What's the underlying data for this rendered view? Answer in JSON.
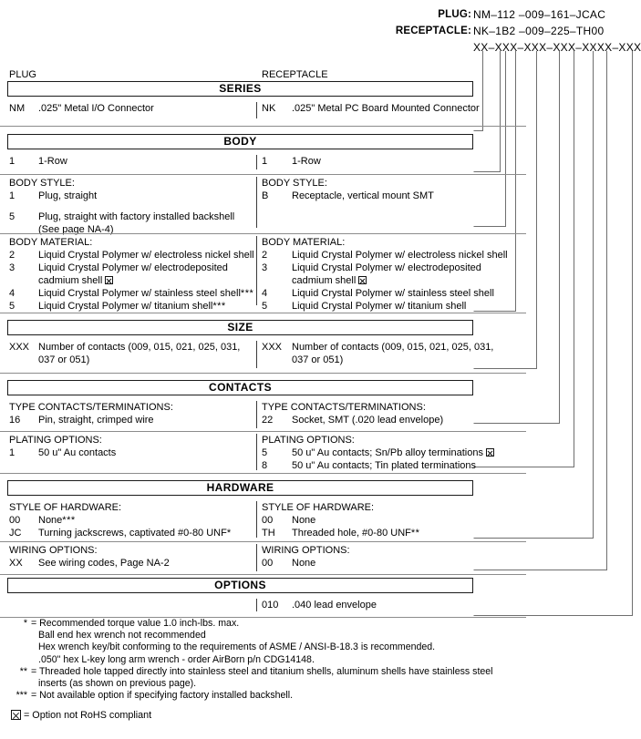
{
  "part_number_header": {
    "rows": [
      {
        "label": "PLUG:",
        "value": "NM–112 –009–161–JCAC"
      },
      {
        "label": "RECEPTACLE:",
        "value": "NK–1B2 –009–225–TH00"
      },
      {
        "label": "",
        "value": "XX–XXX–XXX–XXX–XXXX–XXX"
      }
    ]
  },
  "columns": {
    "plug_caption": "PLUG",
    "receptacle_caption": "RECEPTACLE"
  },
  "sections": [
    {
      "id": "series",
      "title": "SERIES",
      "groups": [
        {
          "left": {
            "head": "",
            "lines": [
              {
                "code": "NM",
                "text": ".025\" Metal I/O Connector"
              }
            ]
          },
          "right": {
            "head": "",
            "lines": [
              {
                "code": "NK",
                "text": ".025\" Metal PC Board Mounted Connector"
              }
            ]
          }
        }
      ]
    },
    {
      "id": "body",
      "title": "BODY",
      "groups": [
        {
          "left": {
            "head": "",
            "lines": [
              {
                "code": "1",
                "text": "1-Row"
              }
            ]
          },
          "right": {
            "head": "",
            "lines": [
              {
                "code": "1",
                "text": "1-Row"
              }
            ]
          }
        },
        {
          "left": {
            "head": "BODY STYLE:",
            "lines": [
              {
                "code": "1",
                "text": "Plug, straight"
              },
              {
                "code": "5",
                "text": "Plug, straight with factory installed backshell"
              },
              {
                "code": "",
                "text": "(See page NA-4)"
              }
            ]
          },
          "right": {
            "head": "BODY STYLE:",
            "lines": [
              {
                "code": "B",
                "text": "Receptacle, vertical mount SMT"
              }
            ]
          }
        },
        {
          "left": {
            "head": "BODY MATERIAL:",
            "lines": [
              {
                "code": "2",
                "text": "Liquid Crystal Polymer w/ electroless nickel shell"
              },
              {
                "code": "3",
                "text": "Liquid Crystal Polymer w/ electrodeposited"
              },
              {
                "code": "",
                "text": "cadmium shell",
                "rohs": true
              },
              {
                "code": "4",
                "text": "Liquid Crystal Polymer w/ stainless steel shell",
                "sup": "***"
              },
              {
                "code": "5",
                "text": "Liquid Crystal Polymer w/ titanium shell",
                "sup": "***"
              }
            ]
          },
          "right": {
            "head": "BODY MATERIAL:",
            "lines": [
              {
                "code": "2",
                "text": "Liquid Crystal Polymer w/ electroless nickel shell"
              },
              {
                "code": "3",
                "text": "Liquid Crystal Polymer w/ electrodeposited"
              },
              {
                "code": "",
                "text": "cadmium shell",
                "rohs": true
              },
              {
                "code": "4",
                "text": "Liquid Crystal Polymer w/ stainless steel shell"
              },
              {
                "code": "5",
                "text": "Liquid Crystal Polymer w/ titanium shell"
              }
            ]
          }
        }
      ]
    },
    {
      "id": "size",
      "title": "SIZE",
      "groups": [
        {
          "left": {
            "head": "",
            "lines": [
              {
                "code": "XXX",
                "text": "Number of contacts (009, 015, 021, 025, 031,"
              },
              {
                "code": "",
                "text": "037 or 051)"
              }
            ]
          },
          "right": {
            "head": "",
            "lines": [
              {
                "code": "XXX",
                "text": "Number of contacts (009, 015, 021, 025, 031,"
              },
              {
                "code": "",
                "text": "037 or 051)"
              }
            ]
          }
        }
      ]
    },
    {
      "id": "contacts",
      "title": "CONTACTS",
      "groups": [
        {
          "left": {
            "head": "TYPE CONTACTS/TERMINATIONS:",
            "lines": [
              {
                "code": "16",
                "text": "Pin, straight, crimped wire"
              }
            ]
          },
          "right": {
            "head": "TYPE CONTACTS/TERMINATIONS:",
            "lines": [
              {
                "code": "22",
                "text": "Socket, SMT (.020 lead envelope)"
              }
            ]
          }
        },
        {
          "left": {
            "head": "PLATING OPTIONS:",
            "lines": [
              {
                "code": "1",
                "text": "50 u\" Au contacts"
              }
            ]
          },
          "right": {
            "head": "PLATING OPTIONS:",
            "lines": [
              {
                "code": "5",
                "text": "50 u\" Au contacts; Sn/Pb alloy terminations",
                "rohs": true
              },
              {
                "code": "8",
                "text": "50 u\" Au contacts; Tin plated terminations"
              }
            ]
          }
        }
      ]
    },
    {
      "id": "hardware",
      "title": "HARDWARE",
      "groups": [
        {
          "left": {
            "head": "STYLE OF HARDWARE:",
            "lines": [
              {
                "code": "00",
                "text": "None",
                "sup": "***"
              },
              {
                "code": "JC",
                "text": "Turning jackscrews, captivated #0-80 UNF*"
              }
            ]
          },
          "right": {
            "head": "STYLE OF HARDWARE:",
            "lines": [
              {
                "code": "00",
                "text": "None"
              },
              {
                "code": "TH",
                "text": "Threaded hole, #0-80 UNF",
                "sup": "**"
              }
            ]
          }
        },
        {
          "left": {
            "head": "WIRING OPTIONS:",
            "lines": [
              {
                "code": "XX",
                "text": "See wiring codes, Page NA-2"
              }
            ]
          },
          "right": {
            "head": "WIRING OPTIONS:",
            "lines": [
              {
                "code": "00",
                "text": "None"
              }
            ]
          }
        }
      ]
    },
    {
      "id": "options",
      "title": "OPTIONS",
      "groups": [
        {
          "left": {
            "head": "",
            "lines": []
          },
          "right": {
            "head": "",
            "lines": [
              {
                "code": "010",
                "text": ".040 lead envelope"
              }
            ]
          }
        }
      ]
    }
  ],
  "footnotes": [
    {
      "marker": "*",
      "lines": [
        "= Recommended torque value 1.0 inch-lbs. max.",
        "Ball end hex wrench not recommended",
        "Hex wrench key/bit conforming to the requirements of ASME / ANSI-B-18.3 is recommended.",
        ".050\" hex L-key long arm wrench - order AirBorn p/n CDG14148."
      ]
    },
    {
      "marker": "**",
      "lines": [
        "= Threaded hole tapped directly into stainless steel and titanium shells, aluminum shells have stainless steel",
        "inserts (as shown on previous page)."
      ]
    },
    {
      "marker": "***",
      "lines": [
        "= Not available option if specifying factory installed backshell."
      ]
    }
  ],
  "legend": {
    "rohs_text": "= Option not RoHS compliant"
  },
  "colors": {
    "ink": "#000000",
    "rule": "#8c8c8c",
    "box_border": "#1a1a1a",
    "leader": "#6e6e6e"
  }
}
